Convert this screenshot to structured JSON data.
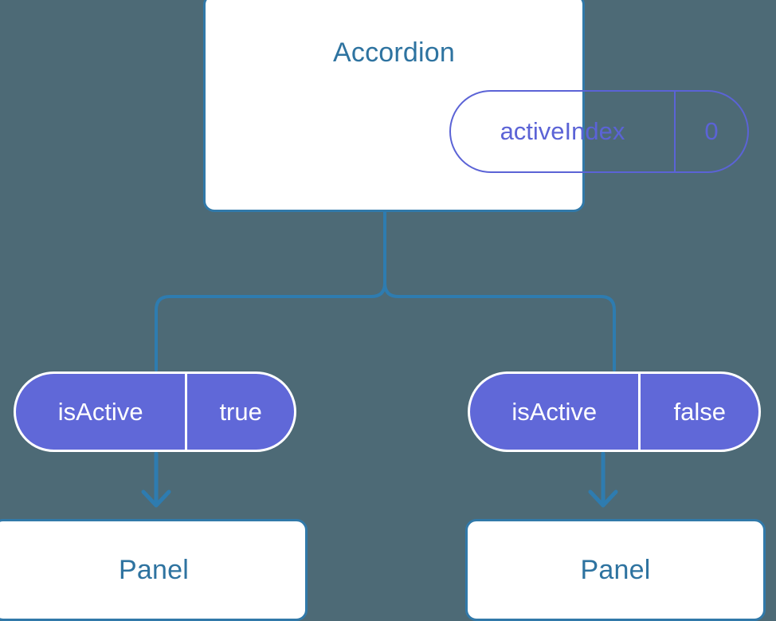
{
  "diagram": {
    "background_color": "#4d6a76",
    "accent_line_color": "#2e7cb0",
    "card_border_color": "#3179a9",
    "card_title_color": "#2e73a0",
    "pill_accent_color": "#5b63d6",
    "pill_filled_color": "#6068d8",
    "root": {
      "title": "Accordion",
      "state": {
        "key": "activeIndex",
        "value": "0"
      }
    },
    "branches": [
      {
        "prop": {
          "key": "isActive",
          "value": "true"
        },
        "child": {
          "title": "Panel"
        }
      },
      {
        "prop": {
          "key": "isActive",
          "value": "false"
        },
        "child": {
          "title": "Panel"
        }
      }
    ]
  }
}
